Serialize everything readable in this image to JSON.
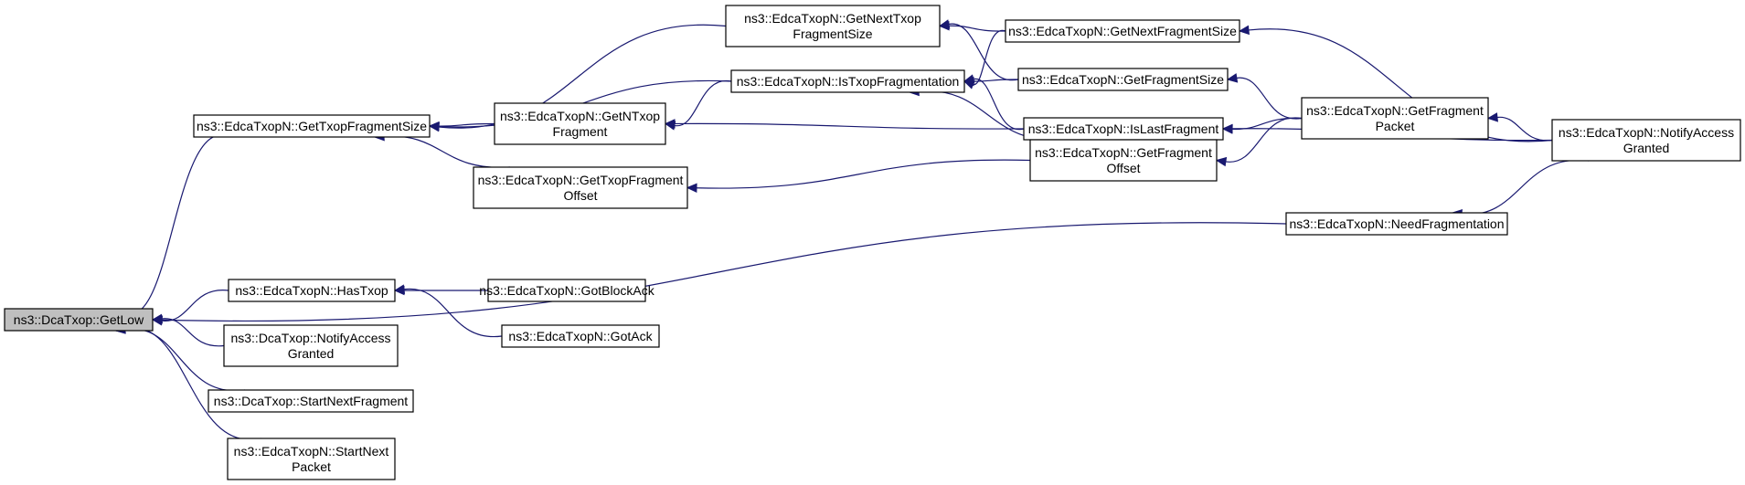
{
  "nodes": {
    "root": [
      "ns3::DcaTxop::GetLow"
    ],
    "getTxopFragmentSize": [
      "ns3::EdcaTxopN::GetTxopFragmentSize"
    ],
    "hasTxop": [
      "ns3::EdcaTxopN::HasTxop"
    ],
    "dcaNotifyAccessGranted": [
      "ns3::DcaTxop::NotifyAccess",
      "Granted"
    ],
    "startNextFragment": [
      "ns3::DcaTxop::StartNextFragment"
    ],
    "startNextPacket": [
      "ns3::EdcaTxopN::StartNext",
      "Packet"
    ],
    "getNextTxopFragmentSize": [
      "ns3::EdcaTxopN::GetNextTxop",
      "FragmentSize"
    ],
    "isTxopFragmentation": [
      "ns3::EdcaTxopN::IsTxopFragmentation"
    ],
    "getNTxopFragment": [
      "ns3::EdcaTxopN::GetNTxop",
      "Fragment"
    ],
    "getTxopFragmentOffset": [
      "ns3::EdcaTxopN::GetTxopFragment",
      "Offset"
    ],
    "gotBlockAck": [
      "ns3::EdcaTxopN::GotBlockAck"
    ],
    "gotAck": [
      "ns3::EdcaTxopN::GotAck"
    ],
    "getNextFragmentSize": [
      "ns3::EdcaTxopN::GetNextFragmentSize"
    ],
    "getFragmentSize": [
      "ns3::EdcaTxopN::GetFragmentSize"
    ],
    "isLastFragment": [
      "ns3::EdcaTxopN::IsLastFragment"
    ],
    "getFragmentOffset": [
      "ns3::EdcaTxopN::GetFragment",
      "Offset"
    ],
    "needFragmentation": [
      "ns3::EdcaTxopN::NeedFragmentation"
    ],
    "getFragmentPacket": [
      "ns3::EdcaTxopN::GetFragment",
      "Packet"
    ],
    "edcaNotifyAccessGranted": [
      "ns3::EdcaTxopN::NotifyAccess",
      "Granted"
    ]
  },
  "edges": [
    [
      "getTxopFragmentSize",
      "root"
    ],
    [
      "hasTxop",
      "root"
    ],
    [
      "dcaNotifyAccessGranted",
      "root"
    ],
    [
      "startNextFragment",
      "root"
    ],
    [
      "startNextPacket",
      "root"
    ],
    [
      "needFragmentation",
      "root"
    ],
    [
      "getNextTxopFragmentSize",
      "getTxopFragmentSize"
    ],
    [
      "isTxopFragmentation",
      "getTxopFragmentSize"
    ],
    [
      "getNTxopFragment",
      "getTxopFragmentSize"
    ],
    [
      "getTxopFragmentOffset",
      "getTxopFragmentSize"
    ],
    [
      "gotBlockAck",
      "hasTxop"
    ],
    [
      "gotAck",
      "hasTxop"
    ],
    [
      "getNextFragmentSize",
      "getNextTxopFragmentSize"
    ],
    [
      "getFragmentSize",
      "getNextTxopFragmentSize"
    ],
    [
      "getNextFragmentSize",
      "isTxopFragmentation"
    ],
    [
      "getFragmentSize",
      "isTxopFragmentation"
    ],
    [
      "isLastFragment",
      "isTxopFragmentation"
    ],
    [
      "getFragmentOffset",
      "isTxopFragmentation"
    ],
    [
      "isTxopFragmentation",
      "getNTxopFragment"
    ],
    [
      "isLastFragment",
      "getNTxopFragment"
    ],
    [
      "getFragmentOffset",
      "getTxopFragmentOffset"
    ],
    [
      "edcaNotifyAccessGranted",
      "getNextFragmentSize"
    ],
    [
      "getFragmentPacket",
      "getFragmentSize"
    ],
    [
      "getFragmentPacket",
      "isLastFragment"
    ],
    [
      "edcaNotifyAccessGranted",
      "isLastFragment"
    ],
    [
      "getFragmentPacket",
      "getFragmentOffset"
    ],
    [
      "edcaNotifyAccessGranted",
      "needFragmentation"
    ],
    [
      "edcaNotifyAccessGranted",
      "getFragmentPacket"
    ]
  ]
}
